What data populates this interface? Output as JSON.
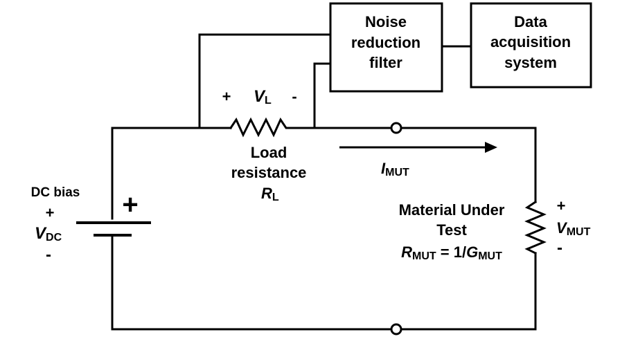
{
  "boxes": {
    "noise_filter": {
      "lines": [
        "Noise",
        "reduction",
        "filter"
      ]
    },
    "daq": {
      "lines": [
        "Data",
        "acquisition",
        "system"
      ]
    }
  },
  "load_resistor": {
    "plus": "+",
    "minus": "-",
    "voltage_symbol": "V",
    "voltage_sub": "L",
    "label_lines": [
      "Load",
      "resistance"
    ],
    "symbol": "R",
    "symbol_sub": "L"
  },
  "current": {
    "symbol": "I",
    "sub": "MUT"
  },
  "dc_bias": {
    "title": "DC bias",
    "plus": "+",
    "symbol": "V",
    "sub": "DC",
    "minus": "-",
    "battery_plus": "+"
  },
  "mut": {
    "label_lines": [
      "Material Under",
      "Test"
    ],
    "eq_symbol": "R",
    "eq_sub": "MUT",
    "eq_mid": " = 1/",
    "eq_symbol2": "G",
    "eq_sub2": "MUT",
    "plus": "+",
    "voltage_symbol": "V",
    "voltage_sub": "MUT",
    "minus": "-"
  }
}
